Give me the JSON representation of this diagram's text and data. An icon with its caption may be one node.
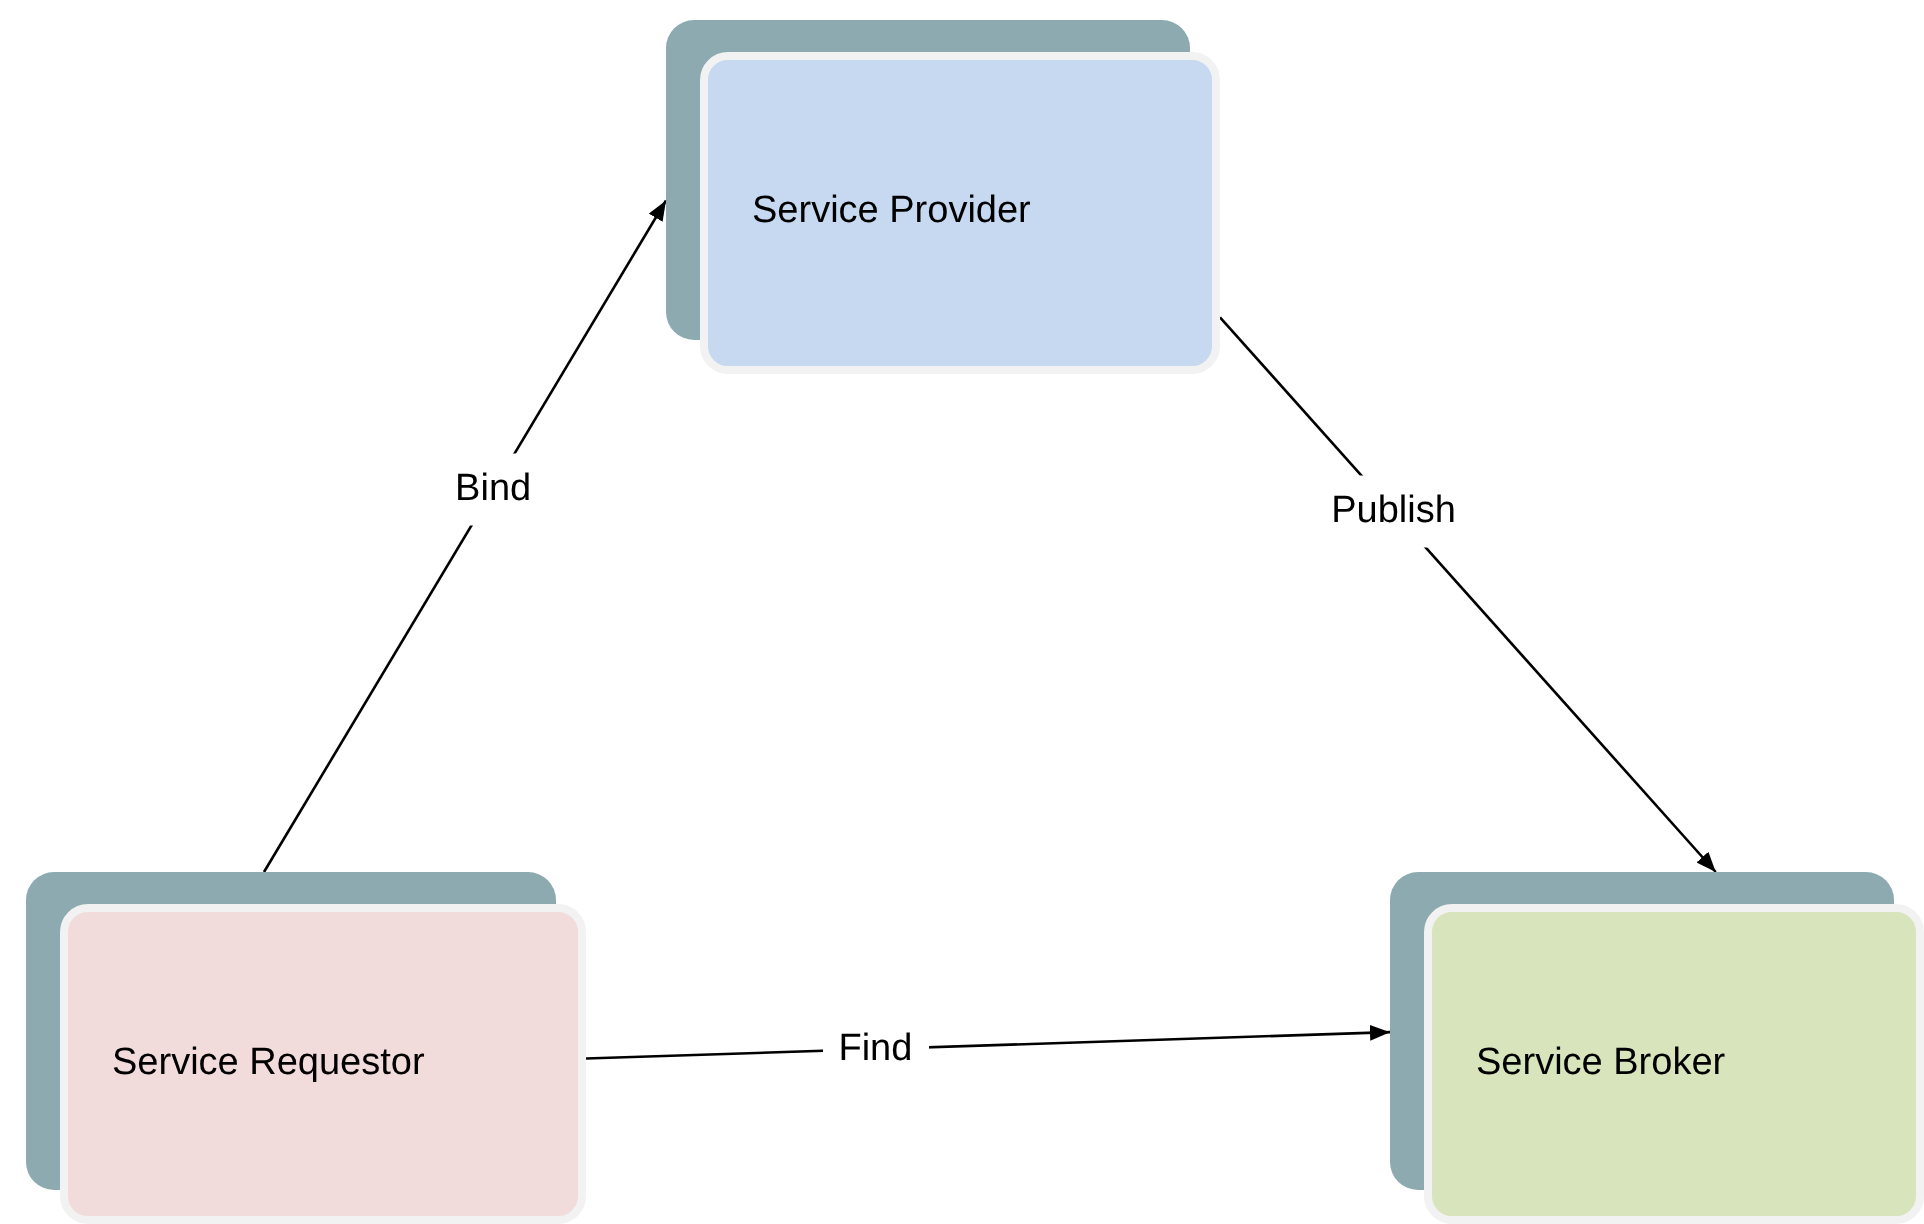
{
  "diagram": {
    "nodes": [
      {
        "text": [
          "Service Provider"
        ]
      },
      {
        "text": [
          "Service Requestor"
        ]
      },
      {
        "text": [
          "Service Broker"
        ]
      }
    ],
    "edges": [
      {
        "from": 1,
        "to": 0,
        "arrow": "to",
        "label": "Bind"
      },
      {
        "from": 0,
        "to": 2,
        "arrow": "to",
        "label": "Publish"
      },
      {
        "from": 1,
        "to": 2,
        "arrow": "to",
        "label": "Find"
      }
    ]
  }
}
